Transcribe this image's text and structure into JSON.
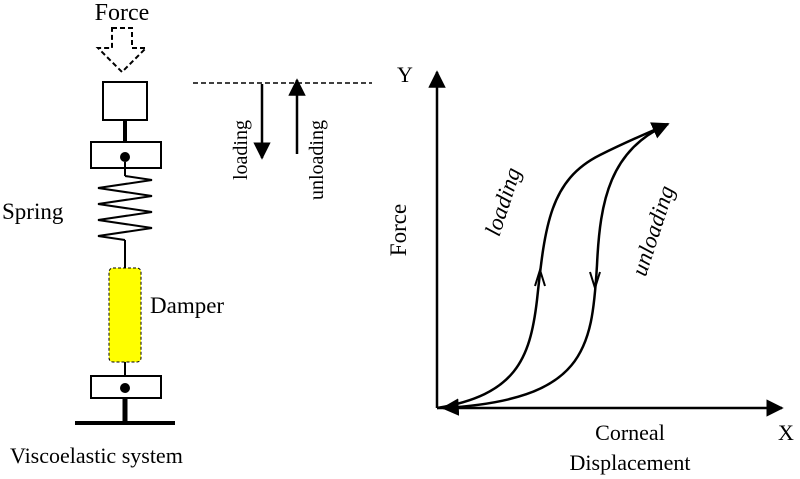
{
  "labels": {
    "force_top": "Force",
    "spring": "Spring",
    "damper": "Damper",
    "system": "Viscoelastic system",
    "loading_small": "loading",
    "unloading_small": "unloading",
    "axis_y": "Y",
    "axis_x": "X",
    "force_axis": "Force",
    "corneal": "Corneal",
    "displacement": "Displacement",
    "loading_curve": "loading",
    "unloading_curve": "unloading"
  },
  "colors": {
    "damper_fill": "#ffff00",
    "ink": "#000000"
  }
}
